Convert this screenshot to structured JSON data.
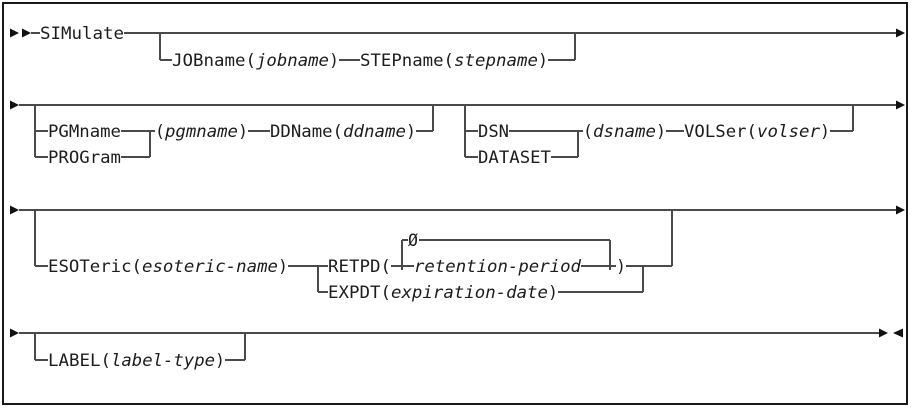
{
  "diagram": {
    "kind": "railroad-syntax-diagram",
    "colors": {
      "rail": "#4a4a4a",
      "text": "#1c1c1c",
      "border": "#1a1a1a",
      "background": "#ffffff"
    },
    "icons": {
      "syntax-start": "▶▶",
      "line-continue": "▶",
      "syntax-end": "▶◀"
    },
    "syntax": {
      "row1": {
        "command": "SIMulate",
        "optional_jobstep": {
          "jobname_keyword": "JOBname(",
          "jobname_variable": "jobname",
          "jobname_close": ")",
          "stepname_keyword": "STEPname(",
          "stepname_variable": "stepname",
          "stepname_close": ")"
        }
      },
      "row2": {
        "pgm_group": {
          "pgmname_keyword": "PGMname",
          "program_keyword": "PROGram",
          "pgmname_open": "(",
          "pgmname_variable": "pgmname",
          "pgmname_close": ")",
          "ddname_keyword": "DDName(",
          "ddname_variable": "ddname",
          "ddname_close": ")"
        },
        "dsn_group": {
          "dsn_keyword": "DSN",
          "dataset_keyword": "DATASET",
          "dsname_open": "(",
          "dsname_variable": "dsname",
          "dsname_close": ")",
          "volser_keyword": "VOLSer(",
          "volser_variable": "volser",
          "volser_close": ")"
        }
      },
      "row3": {
        "esoteric_keyword": "ESOTeric(",
        "esoteric_variable": "esoteric-name",
        "esoteric_close": ")",
        "retpd_keyword": "RETPD(",
        "retpd_default": "Ø",
        "retpd_variable": "retention-period",
        "retpd_close": ")",
        "expdt_keyword": "EXPDT(",
        "expdt_variable": "expiration-date",
        "expdt_close": ")"
      },
      "row4": {
        "label_keyword": "LABEL(",
        "label_variable": "label-type",
        "label_close": ")"
      }
    }
  }
}
